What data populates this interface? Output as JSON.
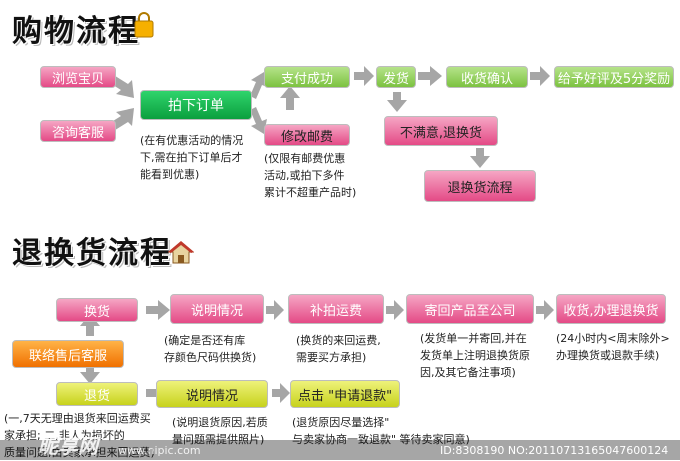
{
  "shopping": {
    "title": "购物流程",
    "browse": "浏览宝贝",
    "consult": "咨询客服",
    "order": "拍下订单",
    "pay": "支付成功",
    "ship": "发货",
    "receive": "收货确认",
    "praise": "给予好评及5分奖励",
    "modify_postage": "修改邮费",
    "unsatisfied": "不满意,退换货",
    "return_flow": "退换货流程",
    "note_order": [
      "(在有优惠活动的情况",
      "下,需在拍下订单后才",
      "能看到优惠)"
    ],
    "note_postage": [
      "(仅限有邮费优惠",
      "活动,或拍下多件",
      "累计不超重产品时)"
    ]
  },
  "returns": {
    "title": "退换货流程",
    "contact": "联络售后客服",
    "exchange": "换货",
    "explain1": "说明情况",
    "supplement": "补拍运费",
    "send_back": "寄回产品至公司",
    "receive_refund": "收货,办理退换货",
    "refund": "退货",
    "explain2": "说明情况",
    "click_apply": "点击 \"申请退款\"",
    "note_explain1": [
      "(确定是否还有库",
      "存颜色尺码供换货)"
    ],
    "note_supplement": [
      "(换货的来回运费,",
      "需要买方承担)"
    ],
    "note_send": [
      "(发货单一并寄回,并在",
      "发货单上注明退换货原",
      "因,及其它备注事项)"
    ],
    "note_receive": [
      "(24小时内<周末除外>",
      "办理换货或退款手续)"
    ],
    "note_refund": [
      "(一,7天无理由退货来回运费买",
      "家承担; 二,非人为损坏的",
      "质量问题,由卖家承担来回运费)"
    ],
    "note_explain2": [
      "(说明退货原因,若质",
      "量问题需提供照片)"
    ],
    "note_apply": [
      "(退货原因尽量选择\"",
      "与卖家协商一致退款\" 等待卖家同意)"
    ]
  },
  "watermark": {
    "logo": "昵享网",
    "site": "www.nipic.com",
    "id": "ID:8308190 NO:20110713165047600124"
  },
  "colors": {
    "pink": "#e44a86",
    "green": "#7cc240",
    "dark_green": "#0b9f3e",
    "yellow": "#c7d21c",
    "orange": "#f07000",
    "arrow": "#a6a6a6"
  },
  "icons": [
    "shopping-bag-icon",
    "house-icon"
  ]
}
